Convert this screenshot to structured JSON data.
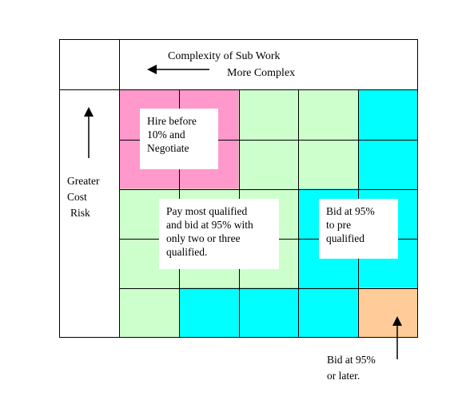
{
  "header": {
    "line1": "Complexity of Sub Work",
    "line2": "More Complex"
  },
  "side_label": {
    "lines": [
      "Greater",
      "Cost",
      "Risk"
    ]
  },
  "grid": {
    "rows": 5,
    "cols": 5,
    "colors": {
      "pink": "#ff99cc",
      "green": "#ccffcc",
      "cyan": "#00ffff",
      "orange": "#ffcc99",
      "line": "#000000"
    },
    "cells": [
      [
        "pink",
        "pink",
        "green",
        "green",
        "cyan"
      ],
      [
        "pink",
        "pink",
        "green",
        "green",
        "cyan"
      ],
      [
        "green",
        "green",
        "green",
        "cyan",
        "cyan"
      ],
      [
        "green",
        "green",
        "green",
        "cyan",
        "cyan"
      ],
      [
        "green",
        "cyan",
        "cyan",
        "cyan",
        "orange"
      ]
    ]
  },
  "boxes": {
    "hire": [
      "Hire before",
      "10% and",
      "Negotiate"
    ],
    "pay": [
      "Pay most qualified",
      "and bid at 95% with",
      "only two or three",
      "qualified."
    ],
    "bid_pre": [
      "Bid at 95%",
      "to pre",
      "qualified"
    ]
  },
  "callout": {
    "lines": [
      "Bid at 95%",
      "or later."
    ]
  }
}
